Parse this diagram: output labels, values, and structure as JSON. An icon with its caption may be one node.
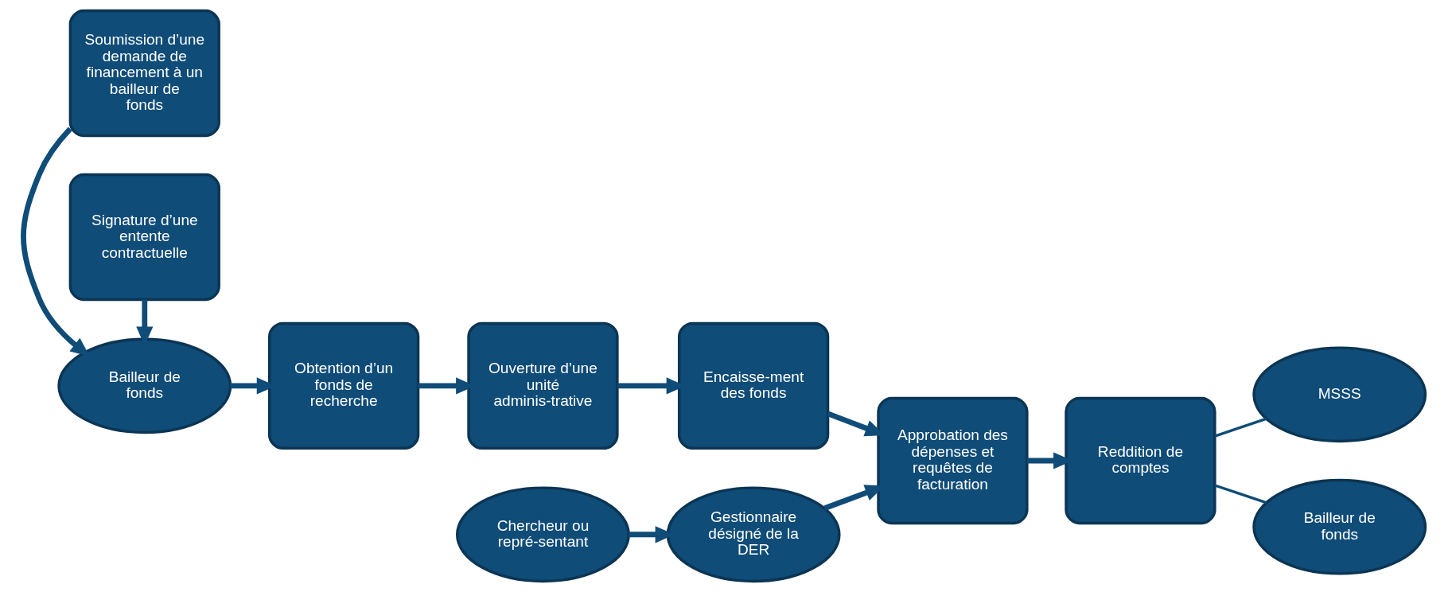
{
  "diagram": {
    "nodes": [
      {
        "text": [
          "Soumission d’une demande de financement à un bailleur de fonds"
        ]
      },
      {
        "text": [
          "Bailleur de fonds"
        ]
      },
      {
        "text": [
          "Signature d’une entente contractuelle"
        ]
      },
      {
        "text": [
          "Chercheur ou repré-sentant"
        ]
      },
      {
        "text": [
          "Gestionnaire désigné de la DER"
        ]
      },
      {
        "text": [
          "Obtention d’un fonds de recherche"
        ]
      },
      {
        "text": [
          "Ouverture d’une unité adminis-trative"
        ]
      },
      {
        "text": [
          "Encaisse-ment des fonds"
        ]
      },
      {
        "text": [
          "Approbation des dépenses et requêtes de facturation"
        ]
      },
      {
        "text": [
          "Reddition de comptes"
        ]
      },
      {
        "text": [
          "MSSS"
        ]
      },
      {
        "text": [
          "Bailleur de fonds"
        ]
      }
    ],
    "edges": [
      {
        "from": 0,
        "to": 1,
        "arrow": "to"
      },
      {
        "from": 2,
        "to": 1,
        "arrow": "to"
      },
      {
        "from": 1,
        "to": 5,
        "arrow": "to"
      },
      {
        "from": 5,
        "to": 6,
        "arrow": "to"
      },
      {
        "from": 6,
        "to": 7,
        "arrow": "to"
      },
      {
        "from": 3,
        "to": 4,
        "arrow": "to"
      },
      {
        "from": 4,
        "to": 8,
        "arrow": "to"
      },
      {
        "from": 7,
        "to": 8,
        "arrow": "to"
      },
      {
        "from": 8,
        "to": 9,
        "arrow": "to"
      },
      {
        "from": 9,
        "to": 10,
        "arrow": "none"
      },
      {
        "from": 9,
        "to": 11,
        "arrow": "none"
      }
    ]
  }
}
